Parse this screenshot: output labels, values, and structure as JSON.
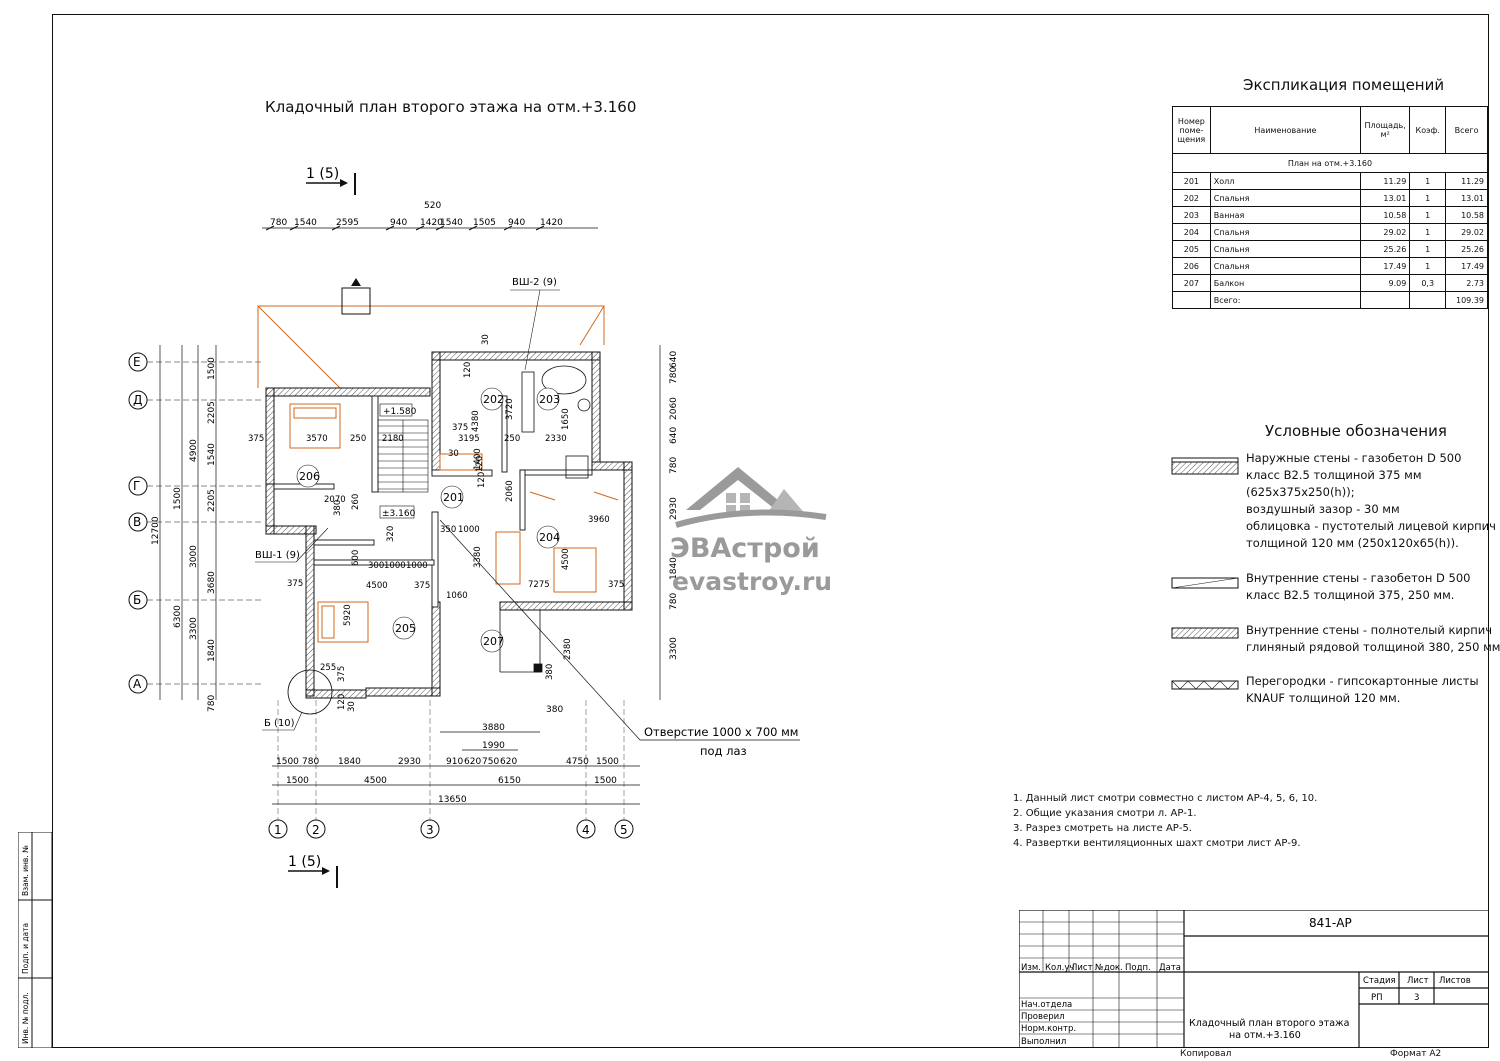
{
  "plan": {
    "title": "Кладочный план второго этажа на отм.+3.160",
    "section_top": "1 (5)",
    "section_bottom": "1 (5)",
    "axes_letters": [
      "Е",
      "Д",
      "Г",
      "В",
      "Б",
      "А"
    ],
    "axes_numbers": [
      "1",
      "2",
      "3",
      "4",
      "5"
    ],
    "top_dims": [
      "780",
      "1540",
      "2595",
      "940",
      "1420",
      "1540",
      "1505",
      "940",
      "1420"
    ],
    "top_dim_extra": "520",
    "bottom_dims_row1": [
      "1500",
      "780",
      "1840",
      "2930",
      "910",
      "620",
      "750",
      "620",
      "4750",
      "1500"
    ],
    "bottom_dims_row2": [
      "1500",
      "4500",
      "6150",
      "1500"
    ],
    "bottom_total": "13650",
    "bottom_extra": [
      "3880",
      "1990",
      "380"
    ],
    "left_dims": [
      "1500",
      "2205",
      "4900",
      "1540",
      "1500",
      "2205",
      "3000",
      "3680",
      "3300",
      "1840",
      "780"
    ],
    "left_totals": [
      "12700",
      "6300"
    ],
    "right_dims": [
      "640",
      "780",
      "2060",
      "780",
      "640",
      "2930",
      "1840",
      "780",
      "3300"
    ],
    "rooms": [
      "201",
      "202",
      "203",
      "204",
      "205",
      "206",
      "207"
    ],
    "level_marks": [
      "+1.580",
      "±3.160"
    ],
    "shafts": [
      "ВШ-2 (9)",
      "ВШ-1 (9)",
      "Б (10)"
    ],
    "opening_label_1": "Отверстие 1000 х 700 мм",
    "opening_label_2": "под лаз",
    "inner_dims": [
      "3570",
      "250",
      "375",
      "2180",
      "2070",
      "380",
      "260",
      "375",
      "3195",
      "4380",
      "3720",
      "250",
      "2330",
      "1650",
      "1400",
      "120",
      "2060",
      "350",
      "1000",
      "320",
      "3960",
      "4500",
      "7275",
      "375",
      "600",
      "300",
      "1000",
      "1000",
      "4500",
      "375",
      "5920",
      "1060",
      "3380",
      "2380",
      "255",
      "120",
      "30",
      "380",
      "375",
      "120",
      "30",
      "375",
      "120",
      "30"
    ]
  },
  "watermark": {
    "brand": "ЭВАстрой",
    "site": "evastroy.ru"
  },
  "explication": {
    "title": "Экспликация помещений",
    "headers": [
      "Номер поме-щения",
      "Наименование",
      "Площадь, м²",
      "Коэф.",
      "Всего"
    ],
    "subheader": "План на отм.+3.160",
    "rows": [
      {
        "n": "201",
        "name": "Холл",
        "area": "11.29",
        "k": "1",
        "total": "11.29"
      },
      {
        "n": "202",
        "name": "Спальня",
        "area": "13.01",
        "k": "1",
        "total": "13.01"
      },
      {
        "n": "203",
        "name": "Ванная",
        "area": "10.58",
        "k": "1",
        "total": "10.58"
      },
      {
        "n": "204",
        "name": "Спальня",
        "area": "29.02",
        "k": "1",
        "total": "29.02"
      },
      {
        "n": "205",
        "name": "Спальня",
        "area": "25.26",
        "k": "1",
        "total": "25.26"
      },
      {
        "n": "206",
        "name": "Спальня",
        "area": "17.49",
        "k": "1",
        "total": "17.49"
      },
      {
        "n": "207",
        "name": "Балкон",
        "area": "9.09",
        "k": "0,3",
        "total": "2.73"
      }
    ],
    "total_label": "Всего:",
    "total_value": "109.39"
  },
  "legend": {
    "title": "Условные обозначения",
    "items": [
      [
        "Наружные стены - газобетон D 500",
        "класс В2.5 толщиной 375 мм",
        "(625х375х250(h));",
        "воздушный зазор - 30 мм",
        "облицовка - пустотелый лицевой кирпич",
        "толщиной 120 мм (250х120х65(h))."
      ],
      [
        "Внутренние стены - газобетон D 500",
        "класс В2.5 толщиной 375, 250 мм."
      ],
      [
        "Внутренние стены - полнотелый кирпич",
        "глиняный рядовой толщиной 380, 250 мм."
      ],
      [
        "Перегородки - гипсокартонные листы",
        "KNAUF толщиной 120 мм."
      ]
    ]
  },
  "notes": [
    "1. Данный лист смотри совместно с листом АР-4, 5, 6, 10.",
    "2. Общие указания смотри л. АР-1.",
    "3. Разрез смотреть на листе АР-5.",
    "4. Развертки вентиляционных шахт смотри лист АР-9."
  ],
  "stamp": {
    "code": "841-АР",
    "cols": [
      "Изм.",
      "Кол.уч",
      "Лист",
      "№док.",
      "Подп.",
      "Дата"
    ],
    "roles": [
      "Нач.отдела",
      "Проверил",
      "Норм.контр.",
      "Выполнил"
    ],
    "stage_headers": [
      "Стадия",
      "Лист",
      "Листов"
    ],
    "stage": "РП",
    "sheet": "3",
    "sheets": "",
    "sheet_title_1": "Кладочный план второго этажа",
    "sheet_title_2": "на отм.+3.160",
    "copied": "Копировал",
    "format": "Формат А2"
  },
  "side": {
    "labels": [
      "Взам. инв. №",
      "Подп. и дата",
      "Инв. № подл."
    ]
  }
}
